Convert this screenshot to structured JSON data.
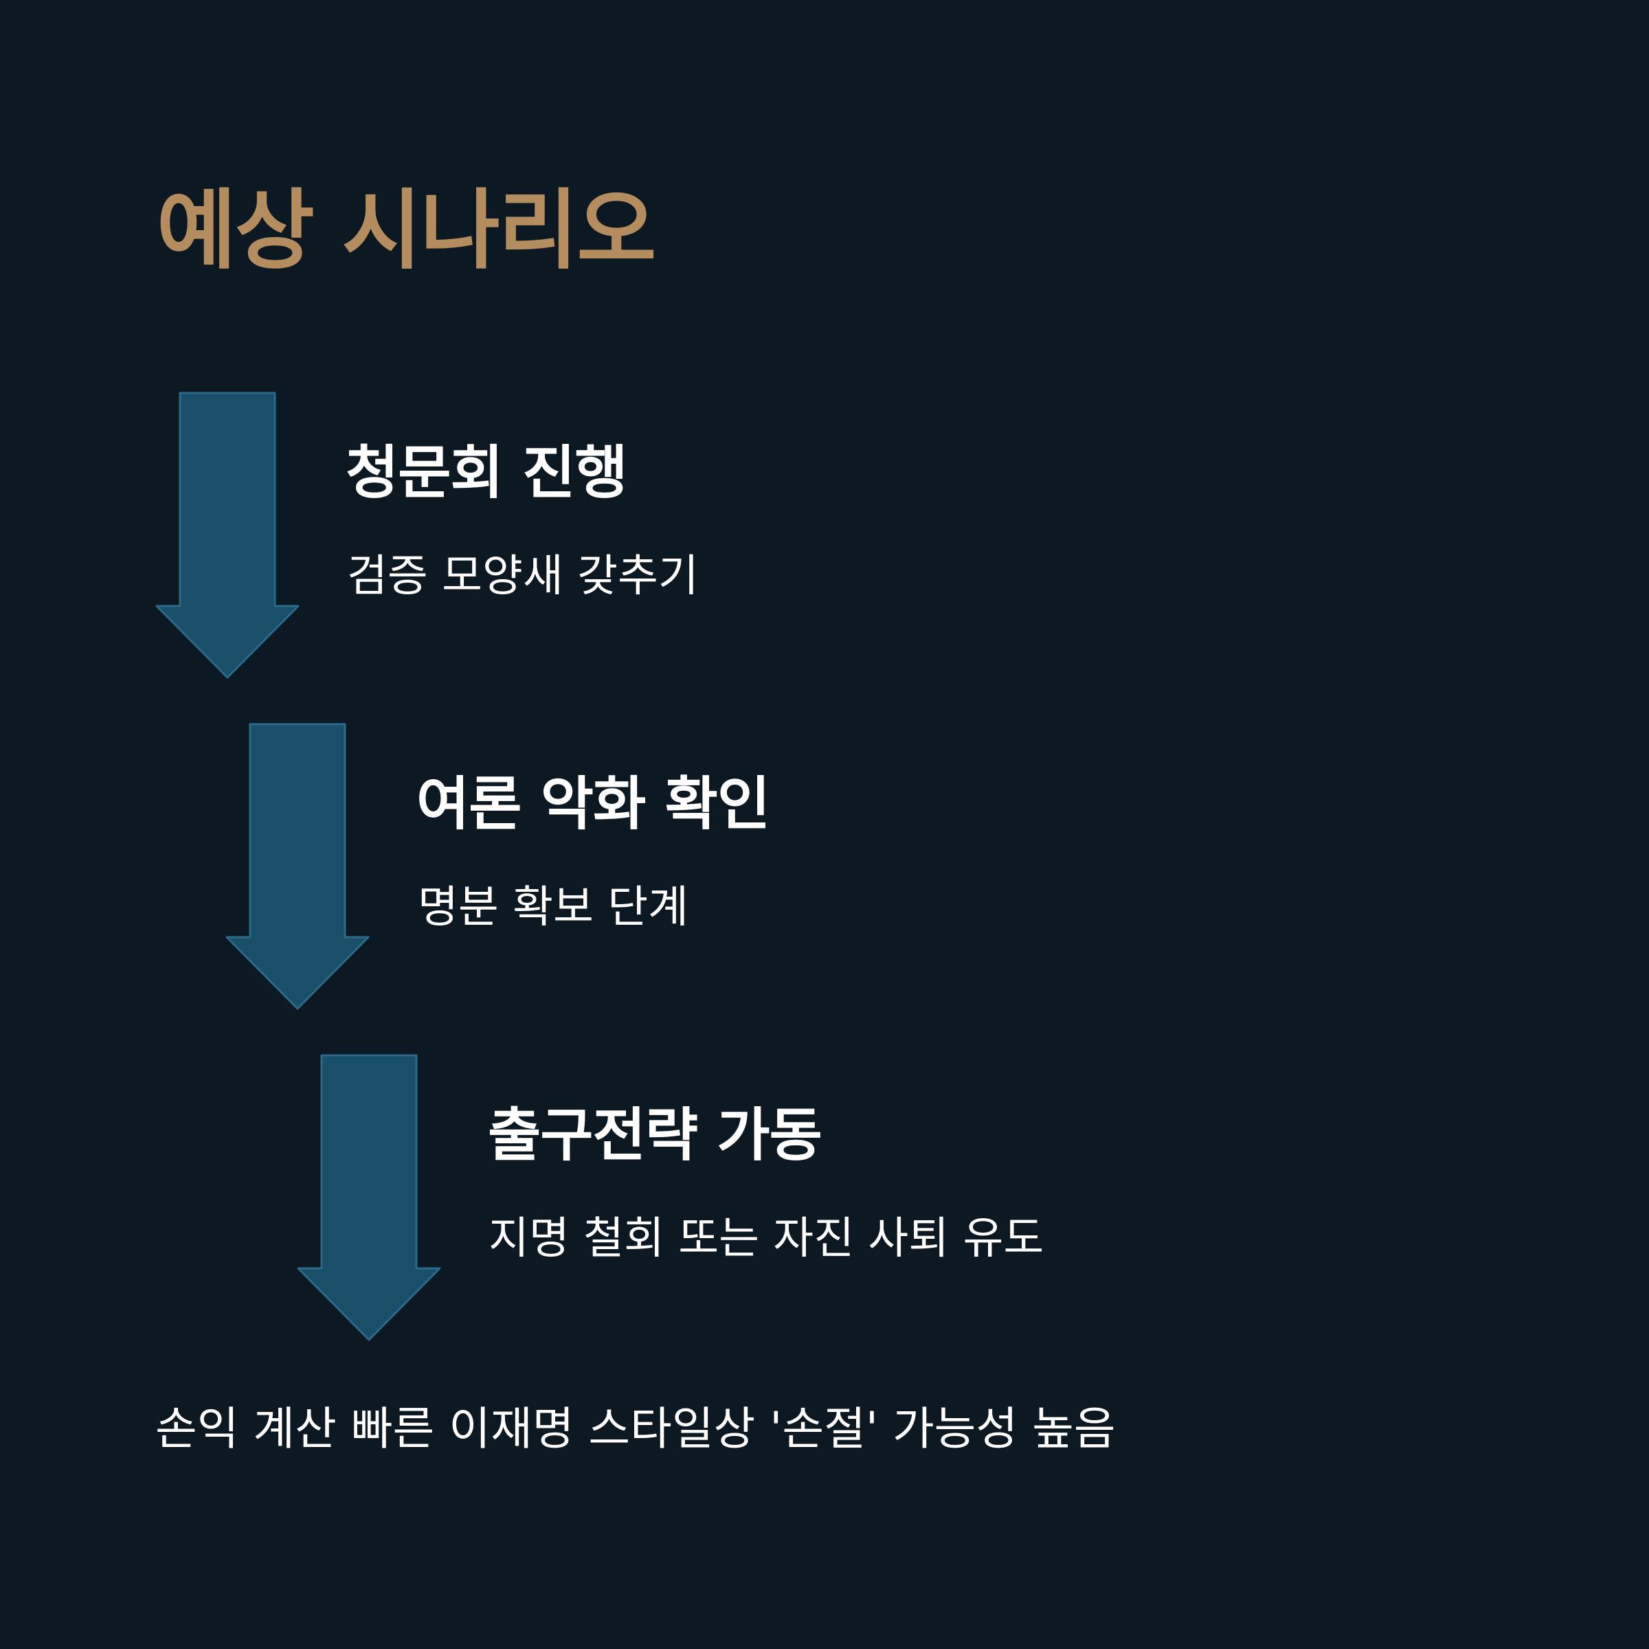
{
  "title": "예상 시나리오",
  "colors": {
    "background": "#0c1922",
    "title": "#b38d5e",
    "arrow_fill": "#194f69",
    "arrow_stroke": "#2b6a88",
    "text": "#ffffff"
  },
  "steps": [
    {
      "title": "청문회 진행",
      "description": "검증 모양새 갖추기",
      "icon": "arrow-down-icon"
    },
    {
      "title": "여론 악화 확인",
      "description": "명분 확보 단계",
      "icon": "arrow-down-icon"
    },
    {
      "title": "출구전략 가동",
      "description": "지명 철회 또는 자진 사퇴 유도",
      "icon": "arrow-down-icon"
    }
  ],
  "conclusion": "손익 계산 빠른 이재명 스타일상 '손절' 가능성 높음"
}
